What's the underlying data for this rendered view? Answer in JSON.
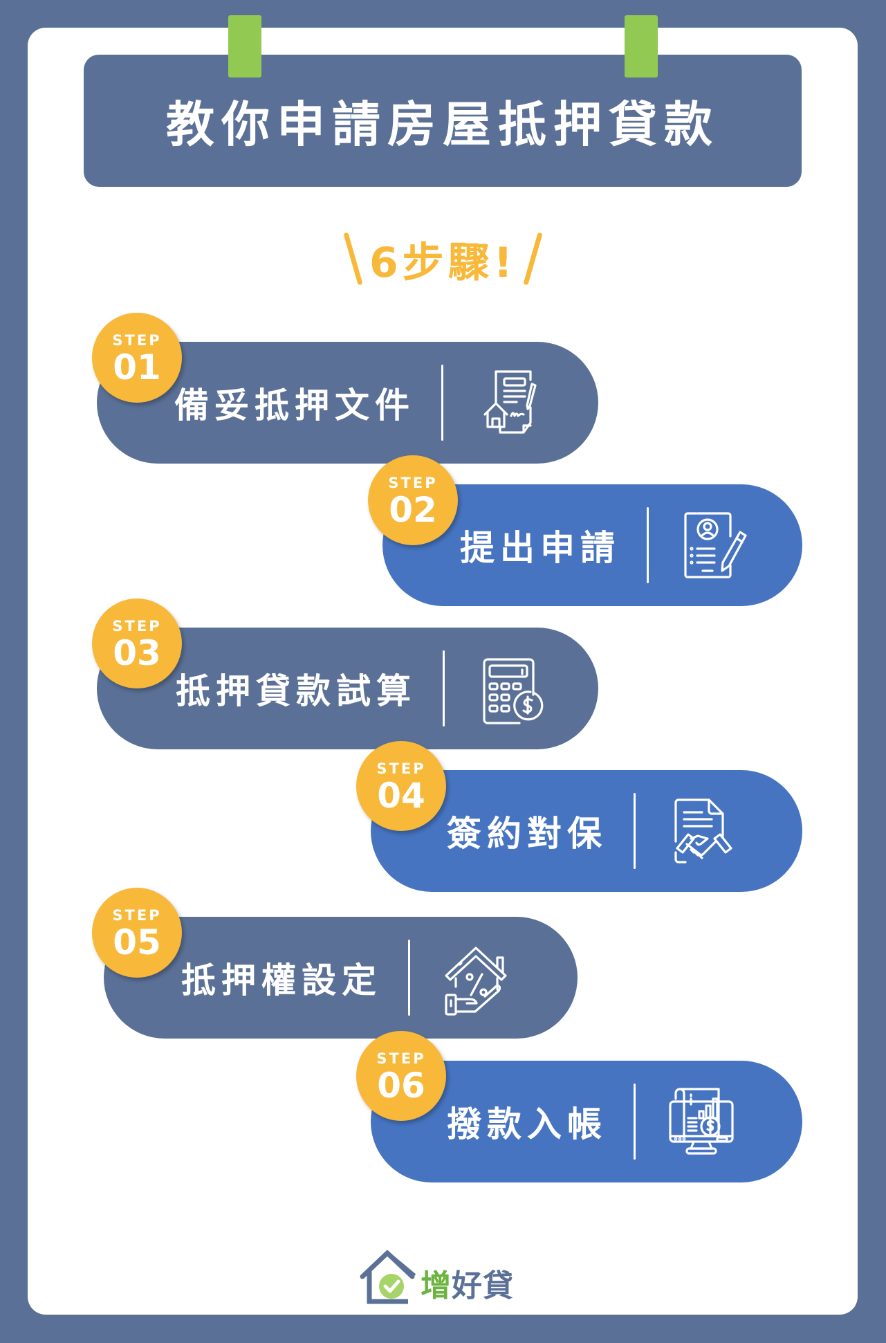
{
  "colors": {
    "background": "#5A7096",
    "card": "#FFFFFF",
    "header": "#5A7096",
    "tab_green": "#92C952",
    "accent_orange": "#F8B83A",
    "pill_slate": "#5A7096",
    "pill_blue": "#4674C0",
    "logo_green": "#6DB33F"
  },
  "header": {
    "title": "教你申請房屋抵押貸款"
  },
  "subtitle": {
    "text": "6步驟!"
  },
  "steps": [
    {
      "step_label": "STEP",
      "number": "01",
      "label": "備妥抵押文件",
      "icon": "document-house-contract-icon",
      "color": "slate"
    },
    {
      "step_label": "STEP",
      "number": "02",
      "label": "提出申請",
      "icon": "application-form-pencil-icon",
      "color": "blue"
    },
    {
      "step_label": "STEP",
      "number": "03",
      "label": "抵押貸款試算",
      "icon": "calculator-dollar-icon",
      "color": "slate"
    },
    {
      "step_label": "STEP",
      "number": "04",
      "label": "簽約對保",
      "icon": "contract-handshake-icon",
      "color": "blue"
    },
    {
      "step_label": "STEP",
      "number": "05",
      "label": "抵押權設定",
      "icon": "house-percent-hand-icon",
      "color": "slate"
    },
    {
      "step_label": "STEP",
      "number": "06",
      "label": "撥款入帳",
      "icon": "monitor-financial-report-icon",
      "color": "blue"
    }
  ],
  "logo": {
    "char1": "增",
    "char2": "好貸"
  }
}
